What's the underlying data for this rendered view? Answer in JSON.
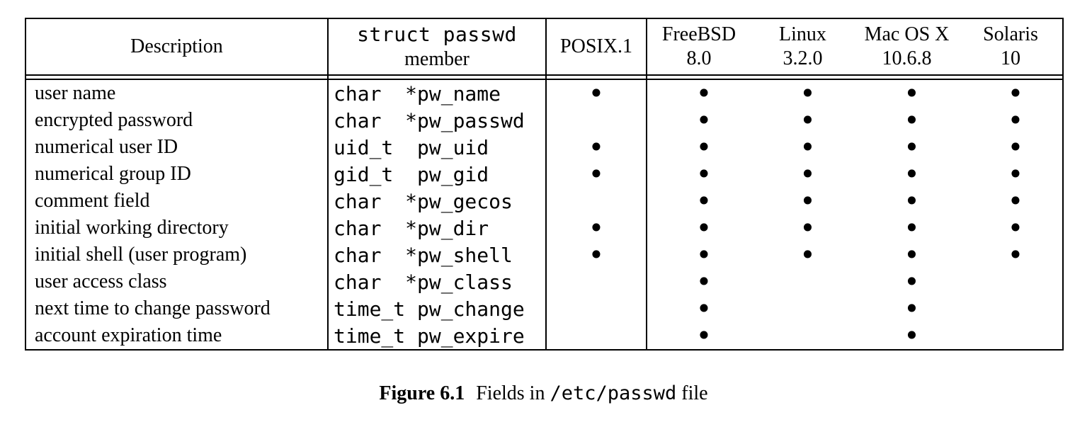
{
  "table": {
    "header": {
      "description": "Description",
      "member_line1": "struct passwd",
      "member_line2": "member",
      "posix": "POSIX.1",
      "os_columns": [
        {
          "name": "FreeBSD",
          "version": "8.0"
        },
        {
          "name": "Linux",
          "version": "3.2.0"
        },
        {
          "name": "Mac OS X",
          "version": "10.6.8"
        },
        {
          "name": "Solaris",
          "version": "10"
        }
      ]
    },
    "rows": [
      {
        "description": "user name",
        "member": "char  *pw_name",
        "posix": "•",
        "freebsd": "•",
        "linux": "•",
        "macosx": "•",
        "solaris": "•"
      },
      {
        "description": "encrypted password",
        "member": "char  *pw_passwd",
        "posix": "",
        "freebsd": "•",
        "linux": "•",
        "macosx": "•",
        "solaris": "•"
      },
      {
        "description": "numerical user ID",
        "member": "uid_t  pw_uid",
        "posix": "•",
        "freebsd": "•",
        "linux": "•",
        "macosx": "•",
        "solaris": "•"
      },
      {
        "description": "numerical group ID",
        "member": "gid_t  pw_gid",
        "posix": "•",
        "freebsd": "•",
        "linux": "•",
        "macosx": "•",
        "solaris": "•"
      },
      {
        "description": "comment field",
        "member": "char  *pw_gecos",
        "posix": "",
        "freebsd": "•",
        "linux": "•",
        "macosx": "•",
        "solaris": "•"
      },
      {
        "description": "initial working directory",
        "member": "char  *pw_dir",
        "posix": "•",
        "freebsd": "•",
        "linux": "•",
        "macosx": "•",
        "solaris": "•"
      },
      {
        "description": "initial shell (user program)",
        "member": "char  *pw_shell",
        "posix": "•",
        "freebsd": "•",
        "linux": "•",
        "macosx": "•",
        "solaris": "•"
      },
      {
        "description": "user access class",
        "member": "char  *pw_class",
        "posix": "",
        "freebsd": "•",
        "linux": "",
        "macosx": "•",
        "solaris": ""
      },
      {
        "description": "next time to change password",
        "member": "time_t pw_change",
        "posix": "",
        "freebsd": "•",
        "linux": "",
        "macosx": "•",
        "solaris": ""
      },
      {
        "description": "account expiration time",
        "member": "time_t pw_expire",
        "posix": "",
        "freebsd": "•",
        "linux": "",
        "macosx": "•",
        "solaris": ""
      }
    ]
  },
  "caption": {
    "label": "Figure 6.1",
    "text_before": "Fields in",
    "path": "/etc/passwd",
    "text_after": "file"
  },
  "colors": {
    "ink": "#000000",
    "background": "#ffffff"
  }
}
